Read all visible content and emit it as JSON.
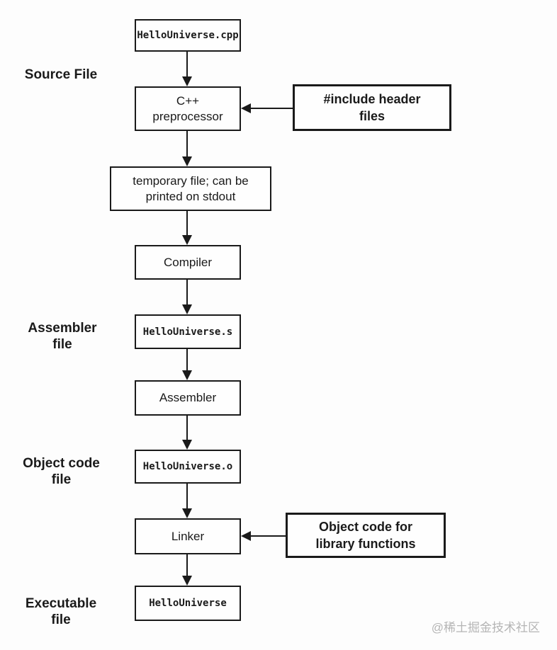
{
  "diagram": {
    "title_semantic": "C++ compilation process flowchart",
    "nodes": {
      "source_file": "HelloUniverse.cpp",
      "preprocessor": "C++\npreprocessor",
      "include_headers": "#include header\nfiles",
      "temp_file": "temporary file; can be\nprinted on stdout",
      "compiler": "Compiler",
      "assembler_file": "HelloUniverse.s",
      "assembler": "Assembler",
      "object_file": "HelloUniverse.o",
      "linker": "Linker",
      "object_lib": "Object code for\nlibrary functions",
      "executable": "HelloUniverse"
    },
    "side_labels": {
      "source": "Source File",
      "assembler": "Assembler\nfile",
      "object": "Object code\nfile",
      "executable": "Executable\nfile"
    },
    "edges": [
      {
        "from": "source_file",
        "to": "preprocessor"
      },
      {
        "from": "include_headers",
        "to": "preprocessor"
      },
      {
        "from": "preprocessor",
        "to": "temp_file"
      },
      {
        "from": "temp_file",
        "to": "compiler"
      },
      {
        "from": "compiler",
        "to": "assembler_file"
      },
      {
        "from": "assembler_file",
        "to": "assembler"
      },
      {
        "from": "assembler",
        "to": "object_file"
      },
      {
        "from": "object_file",
        "to": "linker"
      },
      {
        "from": "object_lib",
        "to": "linker"
      },
      {
        "from": "linker",
        "to": "executable"
      }
    ],
    "watermark": "@稀土掘金技术社区",
    "colors": {
      "background": "#fdfdfd",
      "box_border": "#1a1a1a",
      "text": "#1a1a1a",
      "watermark": "#b5b5b5"
    }
  }
}
